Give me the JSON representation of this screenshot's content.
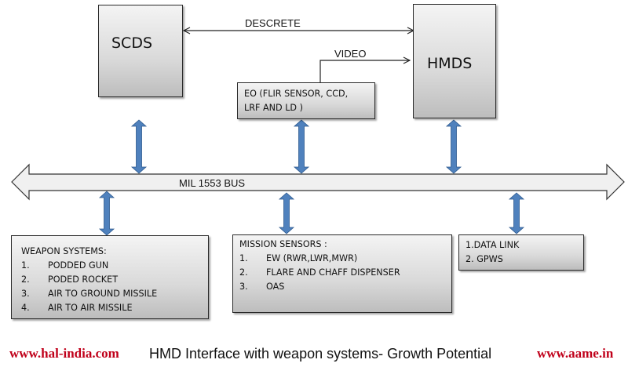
{
  "diagram": {
    "title": "HMD Interface with weapon systems- Growth Potential",
    "nodes": {
      "scds": {
        "label": "SCDS"
      },
      "hmds": {
        "label": "HMDS"
      },
      "eo": {
        "lines": [
          "EO (FLIR SENSOR, CCD,",
          "LRF AND LD )"
        ]
      },
      "bus": {
        "label": "MIL 1553 BUS"
      },
      "weapons": {
        "heading": "WEAPON SYSTEMS:",
        "items": [
          {
            "num": "1.",
            "text": "PODDED GUN"
          },
          {
            "num": "2.",
            "text": "PODED ROCKET"
          },
          {
            "num": "3.",
            "text": "AIR TO GROUND MISSILE"
          },
          {
            "num": "4.",
            "text": "AIR TO AIR MISSILE"
          }
        ]
      },
      "mission": {
        "heading": "MISSION SENSORS :",
        "items": [
          {
            "num": "1.",
            "text": "EW (RWR,LWR,MWR)"
          },
          {
            "num": "2.",
            "text": "FLARE AND CHAFF DISPENSER"
          },
          {
            "num": "3.",
            "text": "OAS"
          }
        ]
      },
      "datalink": {
        "items": [
          "1.DATA LINK",
          "2. GPWS"
        ]
      }
    },
    "edges": {
      "descrete": {
        "label": "DESCRETE",
        "from": "SCDS",
        "to": "HMDS",
        "type": "bidirectional"
      },
      "video": {
        "label": "VIDEO",
        "from": "EO",
        "to": "HMDS",
        "type": "directed"
      }
    },
    "colors": {
      "bus_arrow": "#4f81bd",
      "footer_link": "#c0001a"
    }
  },
  "footer": {
    "left_link": "www.hal-india.com",
    "caption": "HMD Interface with weapon systems- Growth Potential",
    "right_link": "www.aame.in"
  }
}
